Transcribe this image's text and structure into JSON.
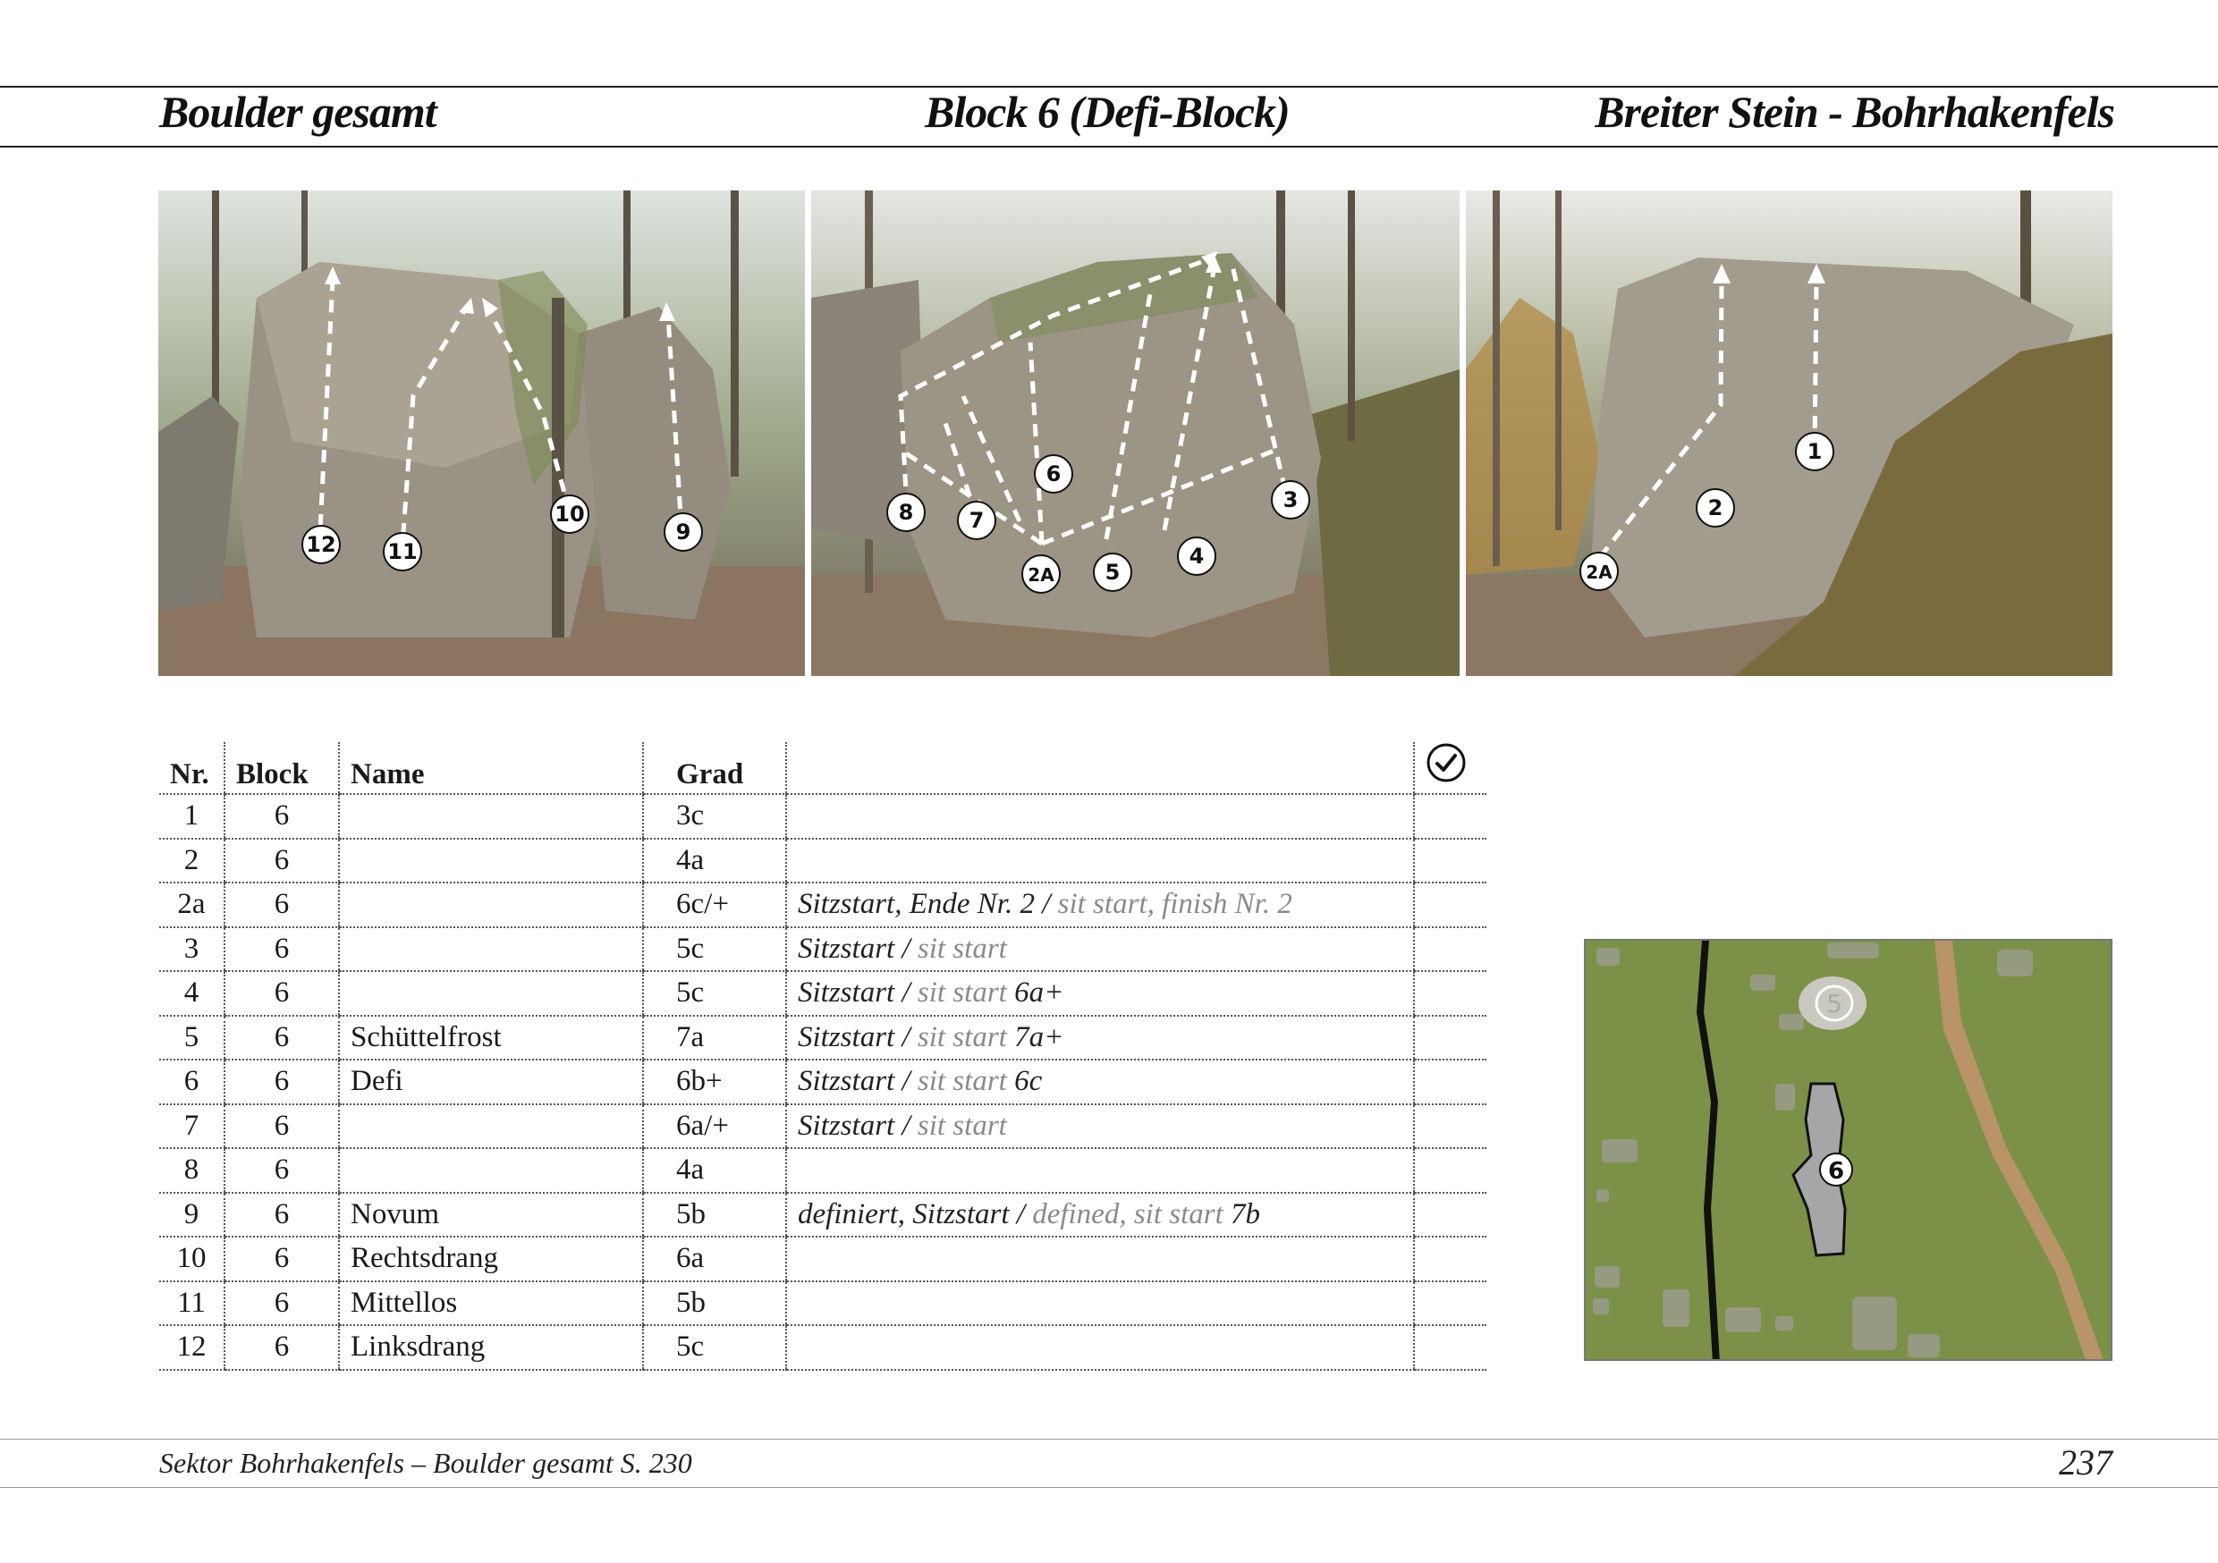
{
  "header": {
    "left": "Boulder gesamt",
    "center": "Block 6 (Defi-Block)",
    "right": "Breiter Stein - Bohrhakenfels"
  },
  "photos": {
    "left_labels": [
      "12",
      "11",
      "10",
      "9"
    ],
    "center_labels": [
      "8",
      "7",
      "6",
      "2A",
      "5",
      "4",
      "3"
    ],
    "right_labels": [
      "2A",
      "2",
      "1"
    ]
  },
  "table": {
    "headers": {
      "nr": "Nr.",
      "block": "Block",
      "name": "Name",
      "grad": "Grad",
      "desc": "",
      "check_icon": "checkmark-circle-icon"
    },
    "rows": [
      {
        "nr": "1",
        "block": "6",
        "name": "",
        "grad": "3c",
        "de": "",
        "en": "",
        "extra": ""
      },
      {
        "nr": "2",
        "block": "6",
        "name": "",
        "grad": "4a",
        "de": "",
        "en": "",
        "extra": ""
      },
      {
        "nr": "2a",
        "block": "6",
        "name": "",
        "grad": "6c/+",
        "de": "Sitzstart, Ende Nr. 2 / ",
        "en": "sit start, finish Nr. 2",
        "extra": ""
      },
      {
        "nr": "3",
        "block": "6",
        "name": "",
        "grad": "5c",
        "de": "Sitzstart / ",
        "en": "sit start",
        "extra": ""
      },
      {
        "nr": "4",
        "block": "6",
        "name": "",
        "grad": "5c",
        "de": "Sitzstart / ",
        "en": "sit start",
        "extra": " 6a+"
      },
      {
        "nr": "5",
        "block": "6",
        "name": "Schüttelfrost",
        "grad": "7a",
        "de": "Sitzstart / ",
        "en": "sit start",
        "extra": " 7a+"
      },
      {
        "nr": "6",
        "block": "6",
        "name": "Defi",
        "grad": "6b+",
        "de": "Sitzstart / ",
        "en": "sit start",
        "extra": " 6c"
      },
      {
        "nr": "7",
        "block": "6",
        "name": "",
        "grad": "6a/+",
        "de": "Sitzstart / ",
        "en": "sit start",
        "extra": ""
      },
      {
        "nr": "8",
        "block": "6",
        "name": "",
        "grad": "4a",
        "de": "",
        "en": "",
        "extra": ""
      },
      {
        "nr": "9",
        "block": "6",
        "name": "Novum",
        "grad": "5b",
        "de": "definiert, Sitzstart / ",
        "en": "defined, sit start",
        "extra": " 7b"
      },
      {
        "nr": "10",
        "block": "6",
        "name": "Rechtsdrang",
        "grad": "6a",
        "de": "",
        "en": "",
        "extra": ""
      },
      {
        "nr": "11",
        "block": "6",
        "name": "Mittellos",
        "grad": "5b",
        "de": "",
        "en": "",
        "extra": ""
      },
      {
        "nr": "12",
        "block": "6",
        "name": "Linksdrang",
        "grad": "5c",
        "de": "",
        "en": "",
        "extra": ""
      }
    ]
  },
  "map": {
    "block_label": "6",
    "neighbor_label": "5"
  },
  "footer": {
    "text": "Sektor Bohrhakenfels – Boulder gesamt S. 230",
    "page_number": "237"
  }
}
